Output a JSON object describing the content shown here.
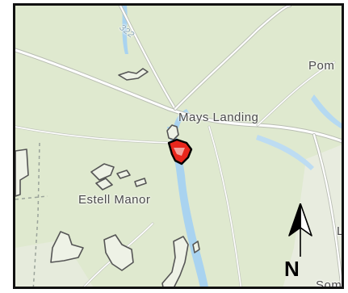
{
  "map": {
    "labels": {
      "mays_landing": "Mays Landing",
      "estell_manor": "Estell Manor",
      "pom": "Pom",
      "route_322": "322",
      "l_fragment": "L",
      "som": "Som"
    },
    "north_arrow": {
      "letter": "N"
    },
    "colors": {
      "land": "#dfe9cf",
      "water": "#a9d3f0",
      "highlight_fill": "#e8261c",
      "highlight_outline": "#000000",
      "parcel_outline": "#555555"
    }
  }
}
